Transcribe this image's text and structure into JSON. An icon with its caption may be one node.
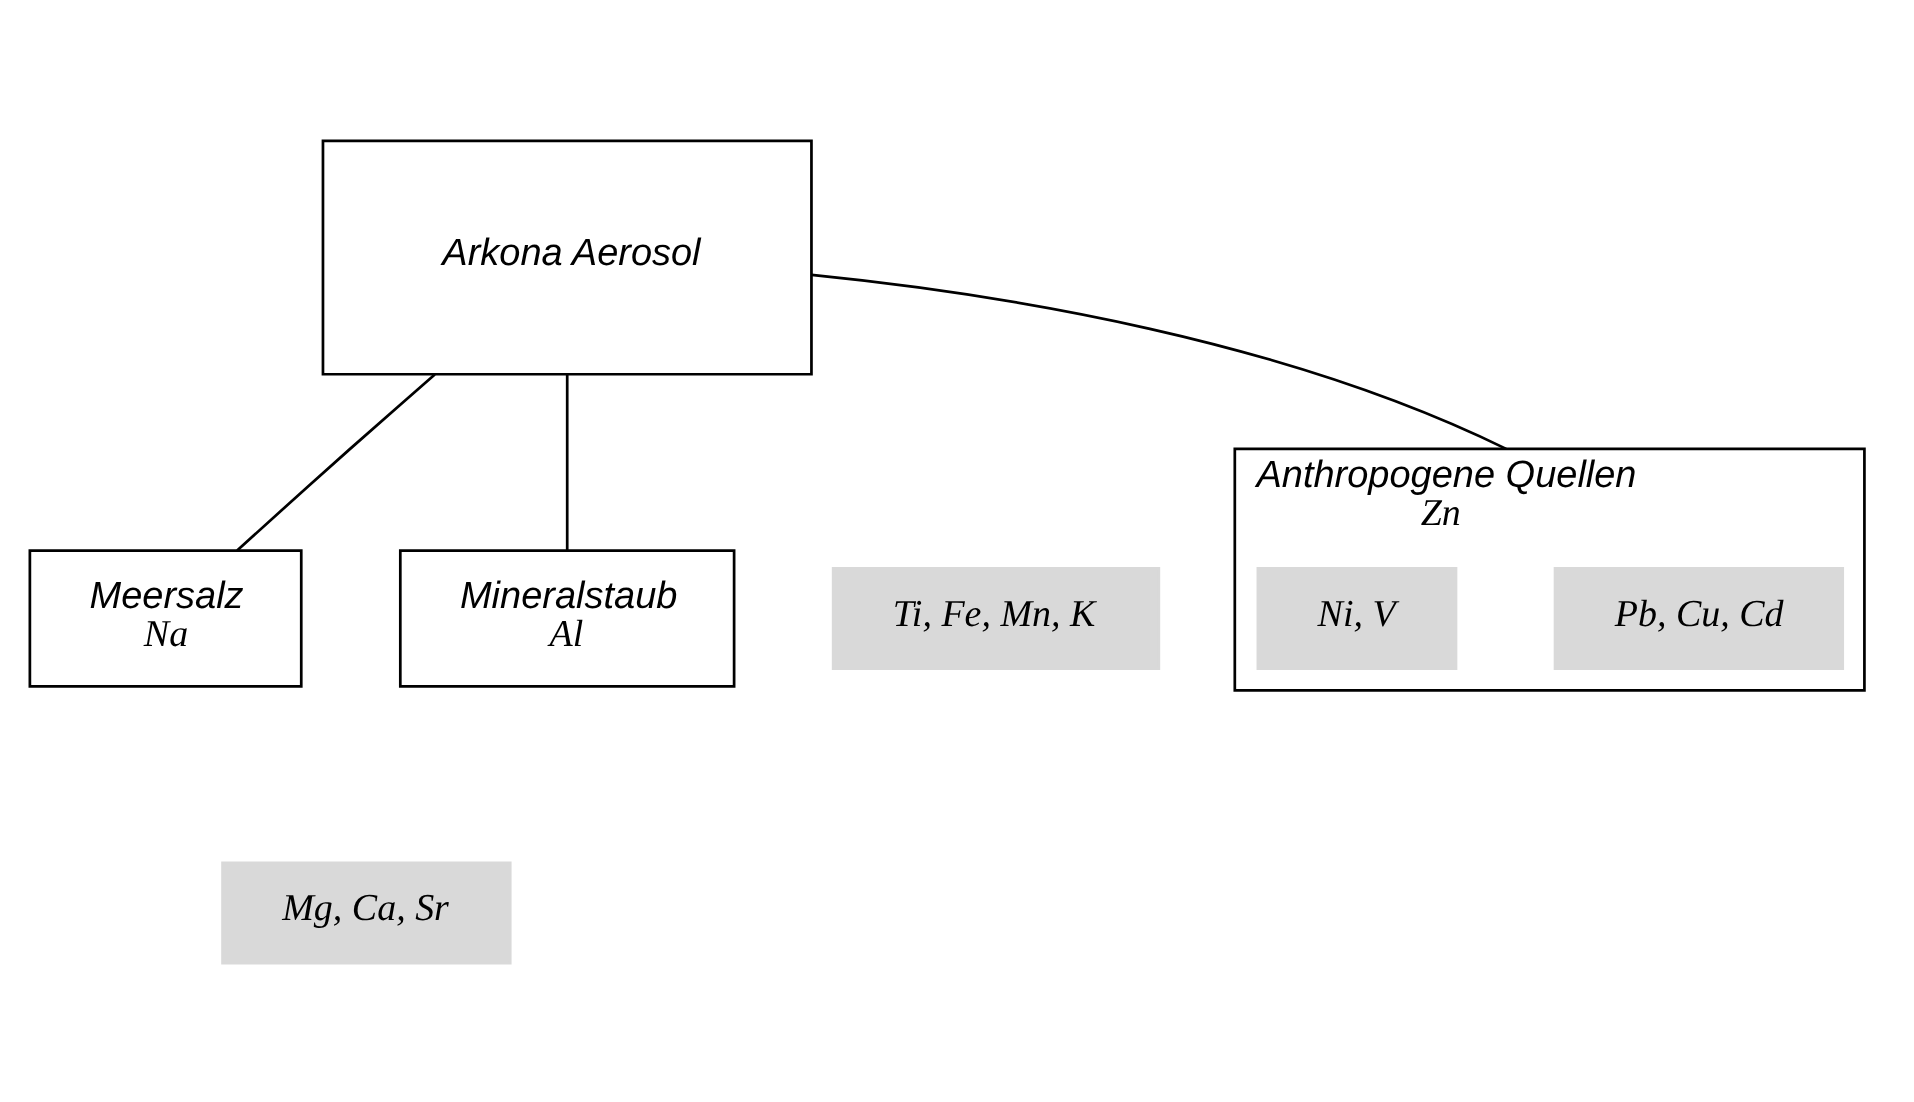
{
  "diagram": {
    "nodes": [
      {
        "text": [
          "Arkona Aerosol"
        ]
      },
      {
        "text": [
          "Meersalz",
          "Na"
        ]
      },
      {
        "text": [
          "Mineralstaub",
          "Al"
        ]
      },
      {
        "text": [
          "Anthropogene Quellen",
          "Zn"
        ]
      },
      {
        "text": [
          "Mg, Ca, Sr"
        ]
      },
      {
        "text": [
          "Ti, Fe, Mn, K"
        ]
      },
      {
        "text": [
          "Pb, Cu, Cd"
        ],
        "in": 3
      },
      {
        "text": [
          "Ni, V"
        ],
        "in": 3
      }
    ],
    "edges": [
      {
        "from": 0,
        "to": 1,
        "arrow": "none"
      },
      {
        "from": 0,
        "to": 2,
        "arrow": "none"
      },
      {
        "from": 0,
        "to": 3,
        "arrow": "none"
      }
    ]
  }
}
